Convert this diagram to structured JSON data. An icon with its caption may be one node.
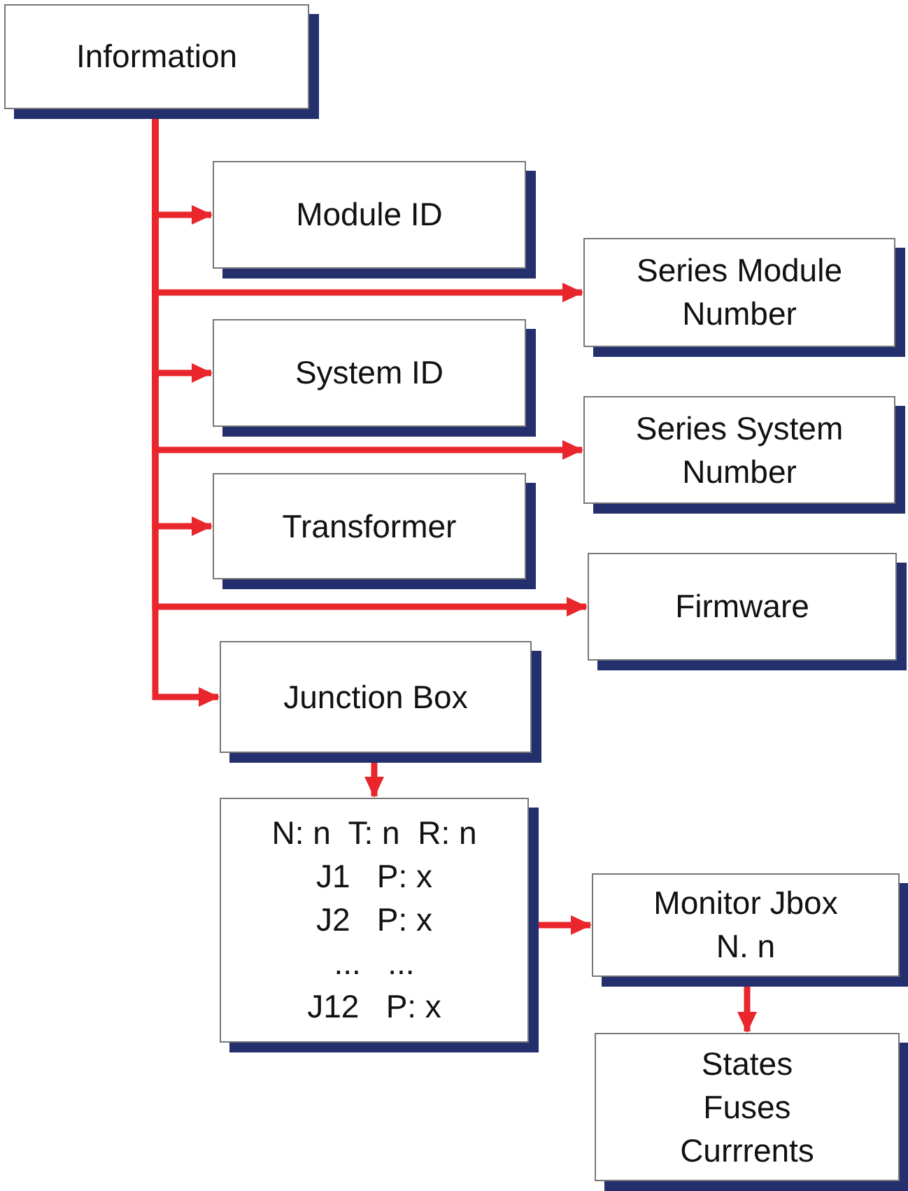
{
  "diagram": {
    "nodes": [
      {
        "text": [
          "Information"
        ]
      },
      {
        "text": [
          "Module ID"
        ]
      },
      {
        "text": [
          "Series Module Number"
        ]
      },
      {
        "text": [
          "System ID"
        ]
      },
      {
        "text": [
          "Series System Number"
        ]
      },
      {
        "text": [
          "Transformer"
        ]
      },
      {
        "text": [
          "Firmware"
        ]
      },
      {
        "text": [
          "Junction Box"
        ]
      },
      {
        "text": [
          "N: n  T: n  R: n",
          "J1   P: x",
          "J2   P: x",
          "...   ...",
          "J12   P: x"
        ]
      },
      {
        "text": [
          "Monitor Jbox",
          "N. n"
        ]
      },
      {
        "text": [
          "States",
          "Fuses",
          "Currrents"
        ]
      }
    ],
    "edges": [
      {
        "from": 0,
        "to": 1,
        "arrow": "to"
      },
      {
        "from": 0,
        "to": 2,
        "arrow": "to"
      },
      {
        "from": 0,
        "to": 3,
        "arrow": "to"
      },
      {
        "from": 0,
        "to": 4,
        "arrow": "to"
      },
      {
        "from": 0,
        "to": 5,
        "arrow": "to"
      },
      {
        "from": 0,
        "to": 6,
        "arrow": "to"
      },
      {
        "from": 0,
        "to": 7,
        "arrow": "to"
      },
      {
        "from": 7,
        "to": 8,
        "arrow": "to"
      },
      {
        "from": 8,
        "to": 9,
        "arrow": "to"
      },
      {
        "from": 9,
        "to": 10,
        "arrow": "to"
      }
    ]
  }
}
